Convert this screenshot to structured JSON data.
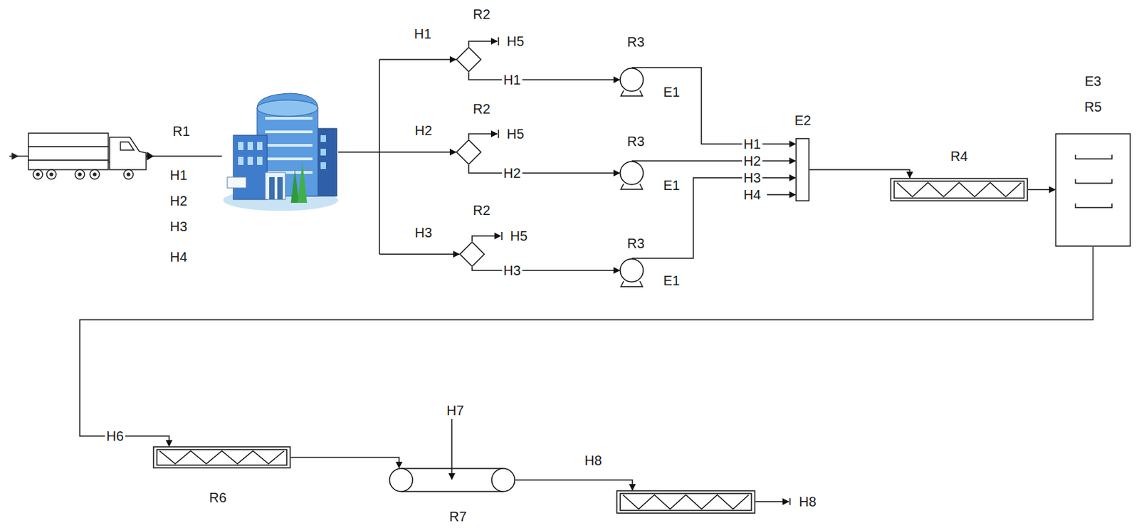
{
  "diagram": {
    "nodes": [
      {
        "text": [
          "R2"
        ]
      },
      {
        "text": [
          "R3",
          "E1"
        ]
      },
      {
        "text": [
          "R2"
        ]
      },
      {
        "text": [
          "R3",
          "E1"
        ]
      },
      {
        "text": [
          "R2"
        ]
      },
      {
        "text": [
          "R3",
          "E1"
        ]
      },
      {
        "text": [
          "E2"
        ]
      },
      {
        "text": [
          "R4"
        ]
      },
      {
        "text": [
          "E3",
          "R5"
        ]
      },
      {
        "text": [
          "R6"
        ]
      },
      {
        "text": [
          "R7"
        ]
      },
      {
        "text": [
          "H8"
        ]
      }
    ],
    "edges": [
      {
        "from": 0,
        "to": 1,
        "arrow": "to",
        "label": "H1"
      },
      {
        "from": 2,
        "to": 3,
        "arrow": "to",
        "label": "H2"
      },
      {
        "from": 4,
        "to": 5,
        "arrow": "to",
        "label": "H3"
      },
      {
        "from": 1,
        "to": 6,
        "arrow": "to",
        "label": "H1"
      },
      {
        "from": 3,
        "to": 6,
        "arrow": "to",
        "label": "H2"
      },
      {
        "from": 5,
        "to": 6,
        "arrow": "to",
        "label": "H3"
      },
      {
        "from": 6,
        "to": 7,
        "arrow": "to"
      },
      {
        "from": 7,
        "to": 8,
        "arrow": "to"
      },
      {
        "from": 8,
        "to": 9,
        "arrow": "to",
        "label": "H6"
      },
      {
        "from": 9,
        "to": 10,
        "arrow": "to"
      },
      {
        "from": 10,
        "to": 11,
        "arrow": "to"
      }
    ],
    "labels": [
      "R1",
      "H1",
      "H2",
      "H3",
      "H4",
      "H1",
      "H5",
      "H2",
      "H5",
      "H3",
      "H5",
      "H4",
      "H7",
      "H8"
    ]
  }
}
